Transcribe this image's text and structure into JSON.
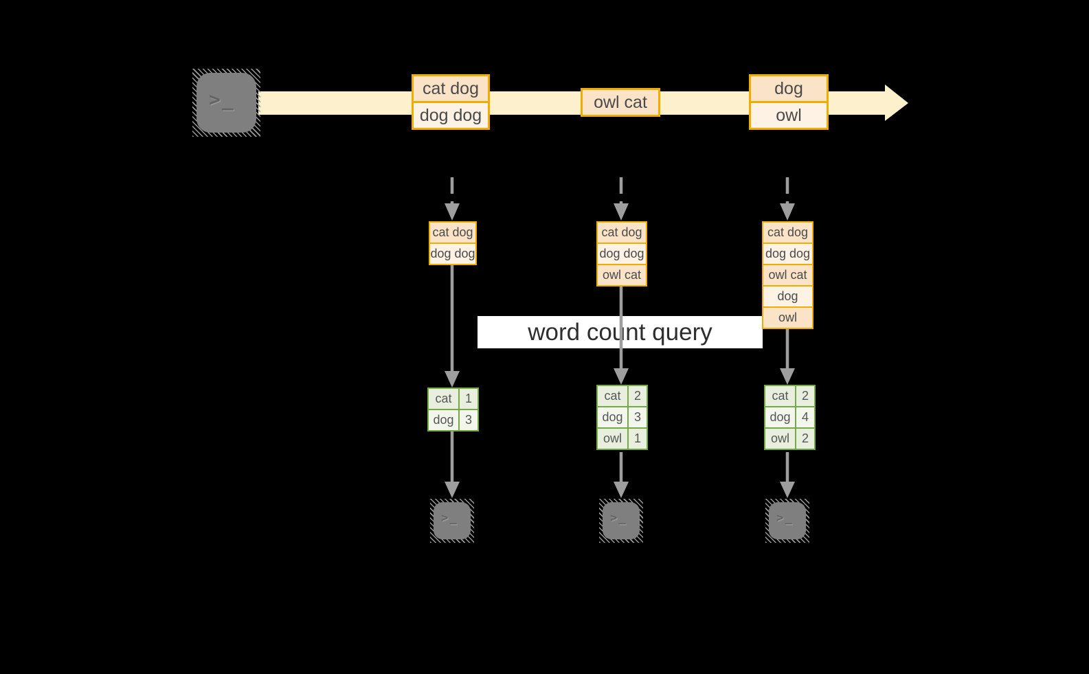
{
  "colors": {
    "background": "#000000",
    "stream_band": "#fdf1cd",
    "box_border": "#f0ad00",
    "box_fill_dark": "#fae3c6",
    "box_fill_light": "#fdf2e3",
    "table_border": "#74a943",
    "table_fill_dark": "#e9efdf",
    "table_fill_light": "#f3f6ed",
    "arrow_gray": "#9e9e9e",
    "terminal_gray": "#7f7f7f",
    "query_label_bg": "#ffffff"
  },
  "terminal_glyph": ">_",
  "query_label": "word count query",
  "stream_messages": [
    {
      "rows": [
        "cat dog",
        "dog dog"
      ]
    },
    {
      "rows": [
        "owl cat"
      ]
    },
    {
      "rows": [
        "dog",
        "owl"
      ]
    }
  ],
  "instances": [
    {
      "buffer": [
        "cat dog",
        "dog dog"
      ],
      "counts": [
        {
          "word": "cat",
          "value": "1"
        },
        {
          "word": "dog",
          "value": "3"
        }
      ]
    },
    {
      "buffer": [
        "cat dog",
        "dog dog",
        "owl cat"
      ],
      "counts": [
        {
          "word": "cat",
          "value": "2"
        },
        {
          "word": "dog",
          "value": "3"
        },
        {
          "word": "owl",
          "value": "1"
        }
      ]
    },
    {
      "buffer": [
        "cat dog",
        "dog dog",
        "owl cat",
        "dog",
        "owl"
      ],
      "counts": [
        {
          "word": "cat",
          "value": "2"
        },
        {
          "word": "dog",
          "value": "4"
        },
        {
          "word": "owl",
          "value": "2"
        }
      ]
    }
  ]
}
